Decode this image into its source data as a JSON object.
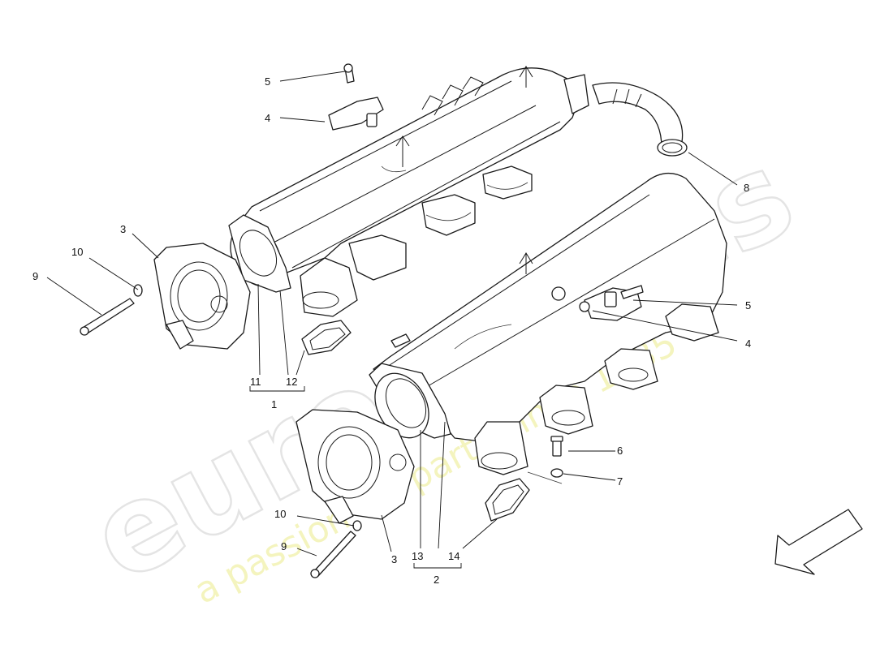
{
  "watermark": {
    "brand": "eurospares",
    "tagline": "a passion for parts since 1985",
    "brand_color": "#e2e2e2",
    "tagline_color": "#f3f3b8"
  },
  "callouts": {
    "c1": "1",
    "c2": "2",
    "c3_upper": "3",
    "c3_lower": "3",
    "c4_upper": "4",
    "c4_lower": "4",
    "c5_upper": "5",
    "c5_lower": "5",
    "c6": "6",
    "c7": "7",
    "c8": "8",
    "c9_upper": "9",
    "c9_lower": "9",
    "c10_upper": "10",
    "c10_lower": "10",
    "c11": "11",
    "c12": "12",
    "c13": "13",
    "c14": "14"
  },
  "direction_arrow_icon": "direction-arrow-icon"
}
